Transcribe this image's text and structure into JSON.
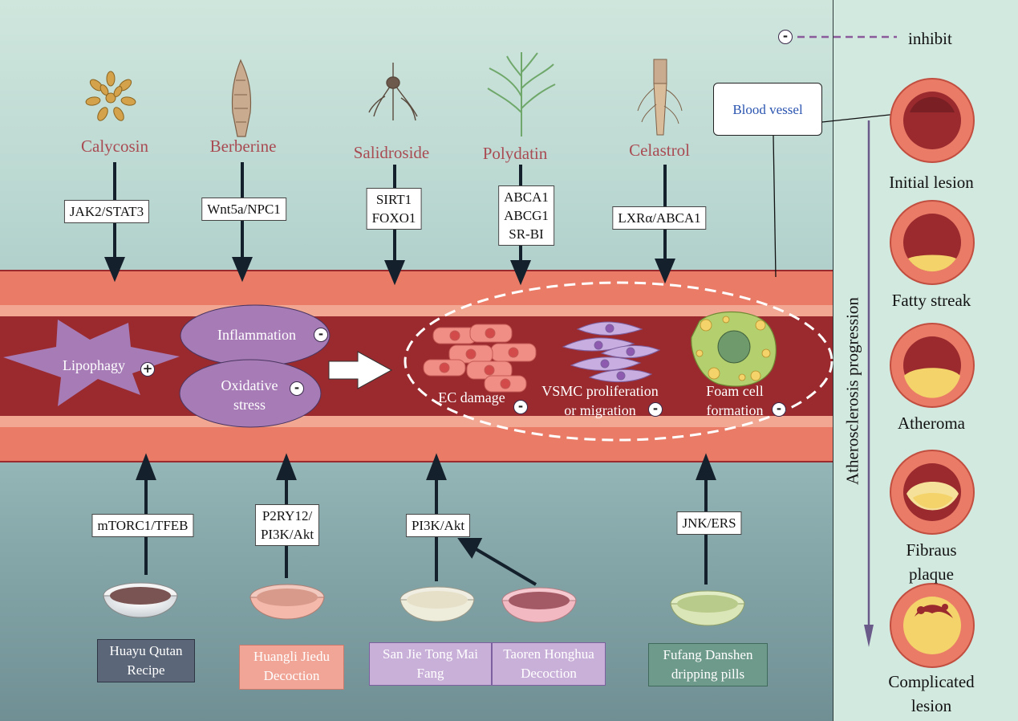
{
  "legend": {
    "sign": "-",
    "text": "inhibit"
  },
  "herbs": [
    {
      "name": "Calycosin",
      "pathway": "JAK2/STAT3"
    },
    {
      "name": "Berberine",
      "pathway": "Wnt5a/NPC1"
    },
    {
      "name": "Salidroside",
      "pathway": "SIRT1\nFOXO1"
    },
    {
      "name": "Polydatin",
      "pathway": "ABCA1\nABCG1\nSR-BI"
    },
    {
      "name": "Celastrol",
      "pathway": "LXRα/ABCA1"
    }
  ],
  "vessel_processes": {
    "lipophagy": "Lipophagy",
    "inflammation": "Inflammation",
    "oxidative_stress": "Oxidative\nstress",
    "ec_damage": "EC damage",
    "vsmc": "VSMC proliferation\nor migration",
    "foam_cell": "Foam cell\nformation",
    "plus_sign": "+",
    "minus_sign": "-"
  },
  "recipes": [
    {
      "pathway": "mTORC1/TFEB",
      "name": "Huayu Qutan\nRecipe",
      "color": "#5b6678"
    },
    {
      "pathway": "P2RY12/\nPI3K/Akt",
      "name": "Huangli Jiedu\nDecoction",
      "color": "#f0a596"
    },
    {
      "pathway": "PI3K/Akt",
      "name": "San Jie Tong Mai\nFang",
      "color": "#c9b0d8"
    },
    {
      "pathway": "",
      "name": "Taoren Honghua\nDecoction",
      "color": "#c9b0d8"
    },
    {
      "pathway": "JNK/ERS",
      "name": "Fufang Danshen\ndripping pills",
      "color": "#6e9a8b"
    }
  ],
  "blood_vessel_label": "Blood vessel",
  "progression_label": "Atherosclerosis progression",
  "stages": [
    {
      "name": "Initial lesion"
    },
    {
      "name": "Fatty streak"
    },
    {
      "name": "Atheroma"
    },
    {
      "name": "Fibraus\nplaque"
    },
    {
      "name": "Complicated\nlesion"
    }
  ],
  "colors": {
    "vessel_outer": "#e97b67",
    "vessel_inner": "#9a2a2e",
    "vessel_light": "#f2a793",
    "herb_text": "#a94b53",
    "purple_shape": "#a67bb6",
    "arrow": "#14202c"
  }
}
